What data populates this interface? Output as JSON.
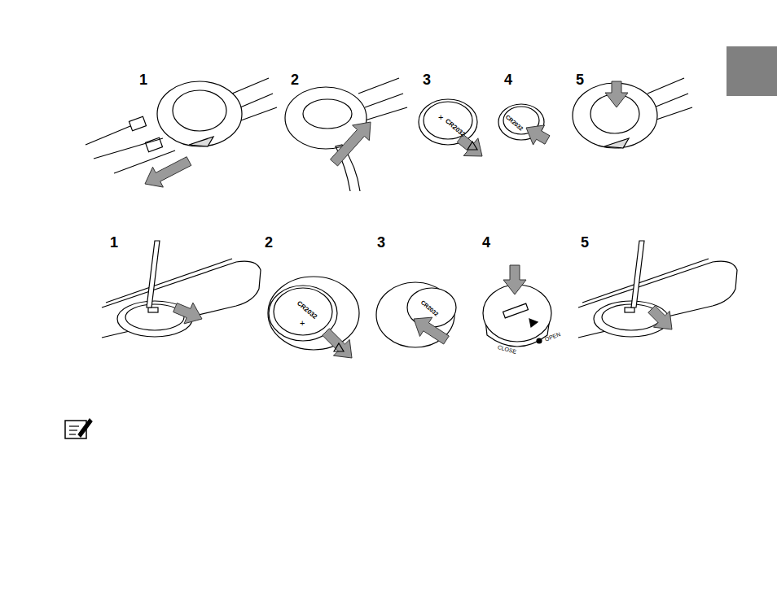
{
  "diagram": {
    "labels": [
      "1",
      "2",
      "3",
      "4",
      "5",
      "+",
      "CR2032",
      "CR2032",
      "1",
      "2",
      "3",
      "4",
      "5",
      "+",
      "CR2032",
      "CR2032",
      "CLOSE",
      "OPEN"
    ]
  }
}
